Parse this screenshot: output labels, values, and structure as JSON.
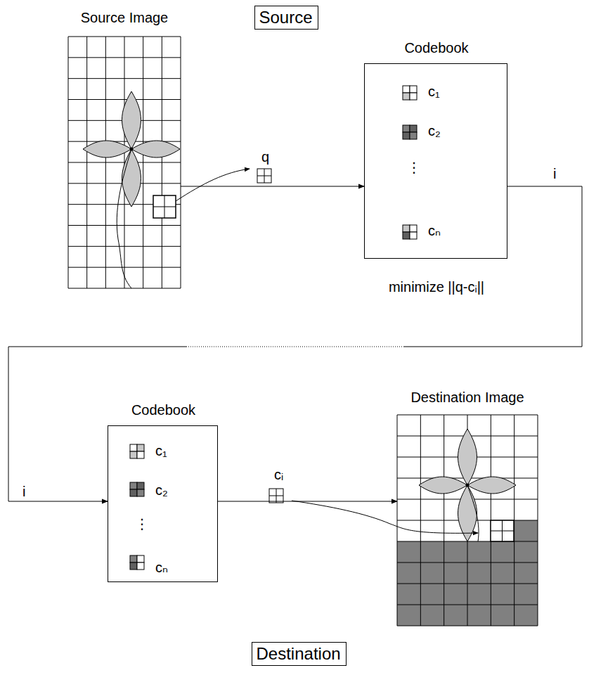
{
  "diagram": {
    "nodes": [
      {
        "text": [
          "Source"
        ]
      },
      {
        "text": [
          "Source Image"
        ]
      },
      {
        "text": [
          "Codebook",
          "c₁",
          "c₂",
          "⋮",
          "cₙ",
          "minimize ||q-cᵢ||"
        ]
      },
      {
        "text": [
          "Codebook",
          "c₁",
          "c₂",
          "⋮",
          "cₙ"
        ]
      },
      {
        "text": [
          "Destination Image"
        ]
      },
      {
        "text": [
          "Destination"
        ]
      }
    ],
    "edges": [
      {
        "from": 1,
        "to": 2,
        "label": "q",
        "arrow": "to"
      },
      {
        "from": 2,
        "to": 3,
        "label": "i",
        "arrow": "to"
      },
      {
        "from": 3,
        "to": 4,
        "label": "cᵢ",
        "arrow": "to"
      }
    ],
    "labels": [
      "i"
    ]
  }
}
